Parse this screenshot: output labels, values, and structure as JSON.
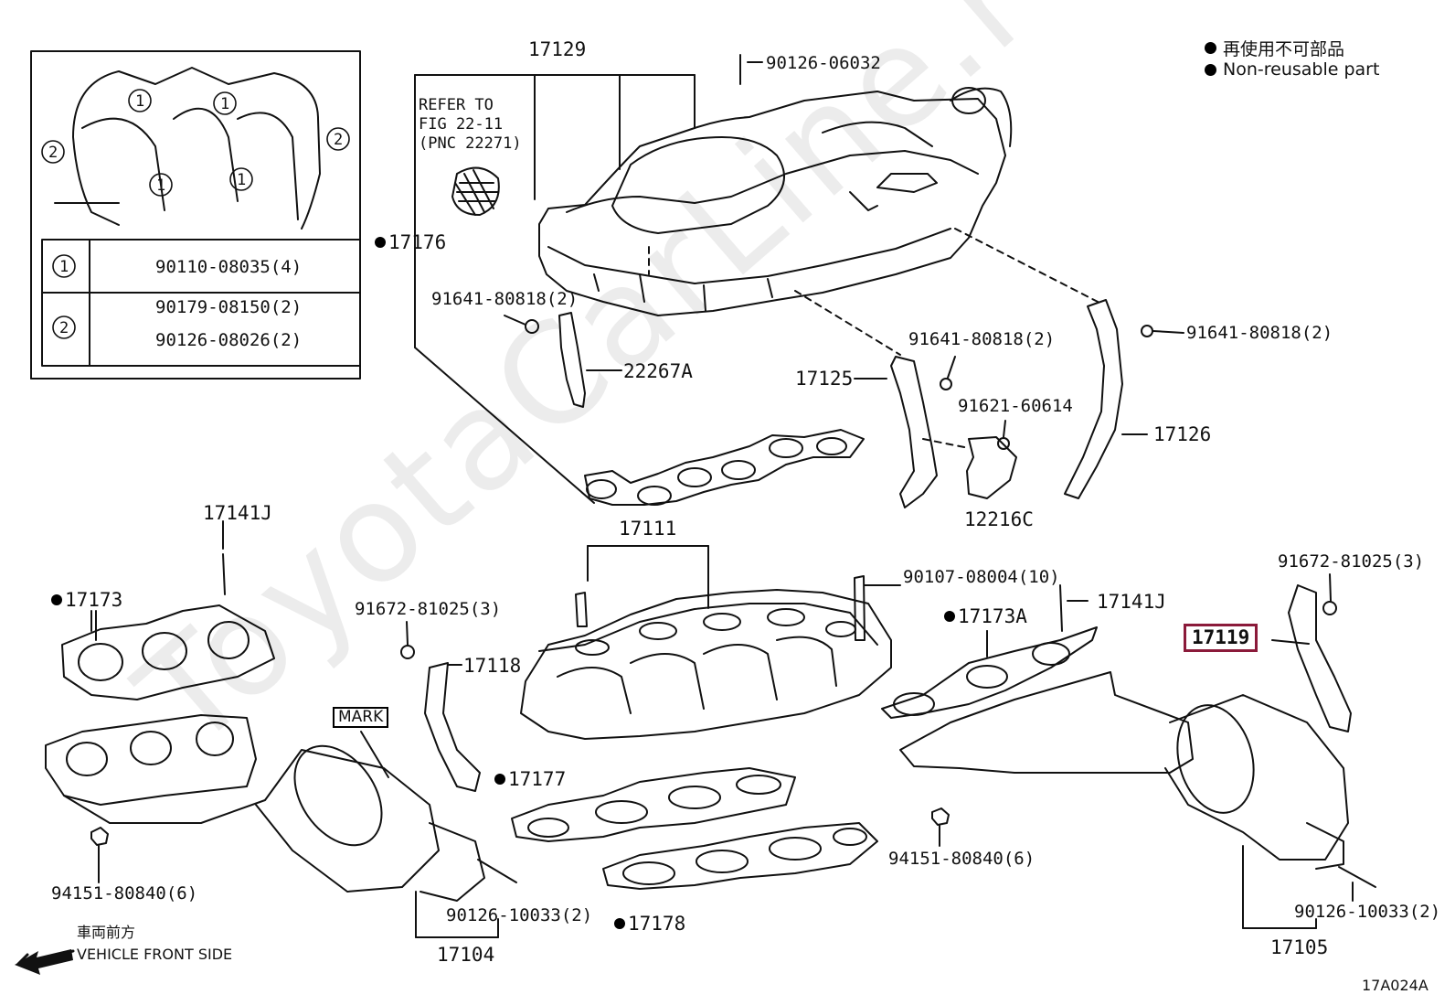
{
  "legend": {
    "jp": "再使用不可部品",
    "en": "Non-reusable part"
  },
  "watermark": "ToyotaCarLine.ru",
  "figure_code": "17A024A",
  "front": {
    "jp": "車両前方",
    "en": "VEHICLE FRONT SIDE"
  },
  "refer": {
    "line1": "REFER TO",
    "line2": "FIG 22-11",
    "line3": "(PNC 22271)"
  },
  "inset": {
    "circle1": "1",
    "circle2": "2",
    "row1_part": "90110-08035(4)",
    "row2_part_a": "90179-08150(2)",
    "row2_part_b": "90126-08026(2)"
  },
  "parts": {
    "p17129": "17129",
    "p90126_06032": "90126-06032",
    "p17176": "17176",
    "p91641_a": "91641-80818(2)",
    "p22267A": "22267A",
    "p91641_b": "91641-80818(2)",
    "p91641_c": "91641-80818(2)",
    "p17125": "17125",
    "p91621": "91621-60614",
    "p17126": "17126",
    "p12216C": "12216C",
    "p17141J_l": "17141J",
    "p17173": "17173",
    "p17111": "17111",
    "p91672_l": "91672-81025(3)",
    "p17118": "17118",
    "p90107": "90107-08004(10)",
    "p17141J_r": "17141J",
    "p17173A": "17173A",
    "p91672_r": "91672-81025(3)",
    "p17119": "17119",
    "mark": "MARK",
    "p17177": "17177",
    "p94151_l": "94151-80840(6)",
    "p94151_r": "94151-80840(6)",
    "p90126_l": "90126-10033(2)",
    "p90126_r": "90126-10033(2)",
    "p17178": "17178",
    "p17104": "17104",
    "p17105": "17105"
  },
  "colors": {
    "highlight": "#8b1a3a",
    "ink": "#111111"
  }
}
